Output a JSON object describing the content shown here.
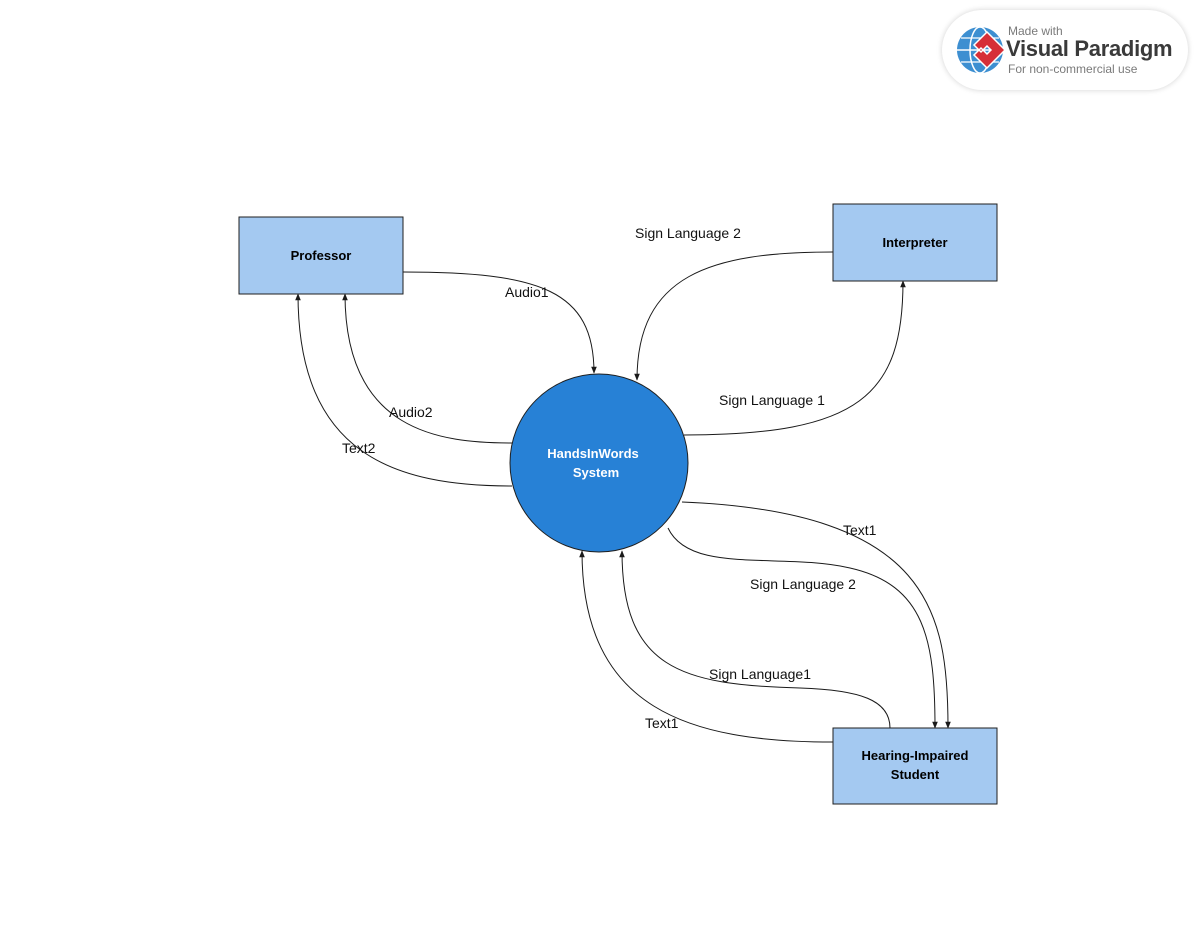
{
  "watermark": {
    "made_with": "Made with",
    "brand": "Visual Paradigm",
    "note": "For non-commercial use"
  },
  "entities": {
    "professor": "Professor",
    "interpreter": "Interpreter",
    "student_line1": "Hearing-Impaired",
    "student_line2": "Student"
  },
  "process": {
    "line1": "HandsInWords",
    "line2": "System"
  },
  "flows": {
    "audio1": "Audio1",
    "audio2": "Audio2",
    "text2": "Text2",
    "sign_language_2_top": "Sign Language 2",
    "sign_language_1_top": "Sign Language 1",
    "text1_right": "Text1",
    "sign_language_2_bottom": "Sign Language 2",
    "sign_language_1_bottom": "Sign Language1",
    "text1_bottom": "Text1"
  },
  "colors": {
    "entity_fill": "#a4c9f1",
    "process_fill": "#2781d6",
    "line": "#1a1a1a"
  }
}
